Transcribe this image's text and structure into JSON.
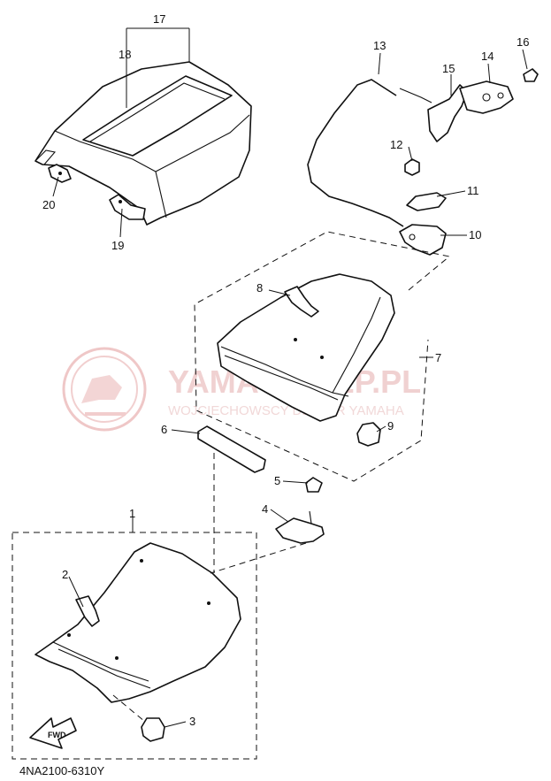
{
  "diagram_code": "4NA2100-6310Y",
  "watermark": {
    "title": "YAMA-SKLEP.PL",
    "subtitle": "WOJCIECHOWSCY DEALER YAMAHA"
  },
  "fwd_label": "FWD",
  "callouts": {
    "c1": "1",
    "c2": "2",
    "c3": "3",
    "c4": "4",
    "c5": "5",
    "c6": "6",
    "c7": "7",
    "c8": "8",
    "c9": "9",
    "c10": "10",
    "c11": "11",
    "c12": "12",
    "c13": "13",
    "c14": "14",
    "c15": "15",
    "c16": "16",
    "c17": "17",
    "c18": "18",
    "c19": "19",
    "c20": "20"
  }
}
